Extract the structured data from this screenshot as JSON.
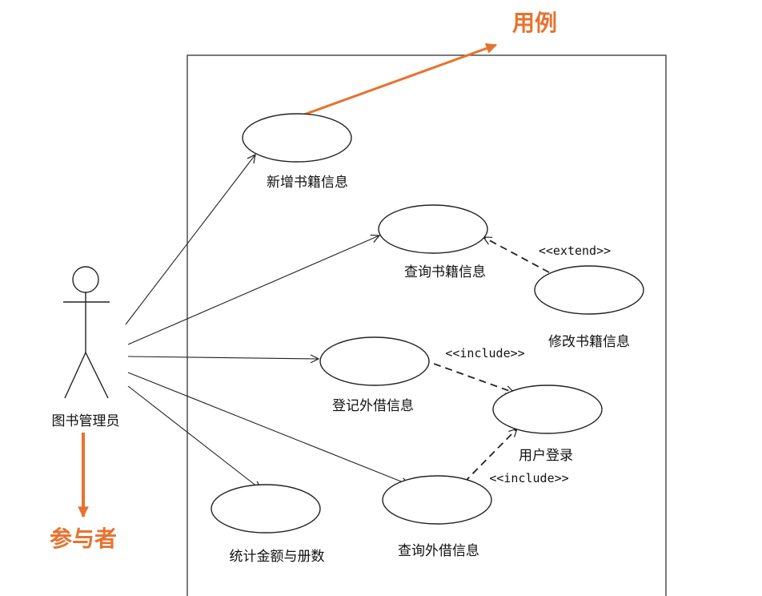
{
  "diagram": {
    "actor": {
      "name": "图书管理员"
    },
    "use_cases": [
      {
        "id": "add_book",
        "label": "新增书籍信息"
      },
      {
        "id": "query_book",
        "label": "查询书籍信息"
      },
      {
        "id": "modify_book",
        "label": "修改书籍信息"
      },
      {
        "id": "register_borrow",
        "label": "登记外借信息"
      },
      {
        "id": "user_login",
        "label": "用户登录"
      },
      {
        "id": "query_borrow",
        "label": "查询外借信息"
      },
      {
        "id": "stats",
        "label": "统计金额与册数"
      }
    ],
    "relations": {
      "extend": "<<extend>>",
      "include_1": "<<include>>",
      "include_2": "<<include>>"
    },
    "annotations": {
      "use_case_callout": "用例",
      "actor_callout": "参与者"
    },
    "colors": {
      "line": "#222222",
      "callout": "#e8722e"
    }
  }
}
